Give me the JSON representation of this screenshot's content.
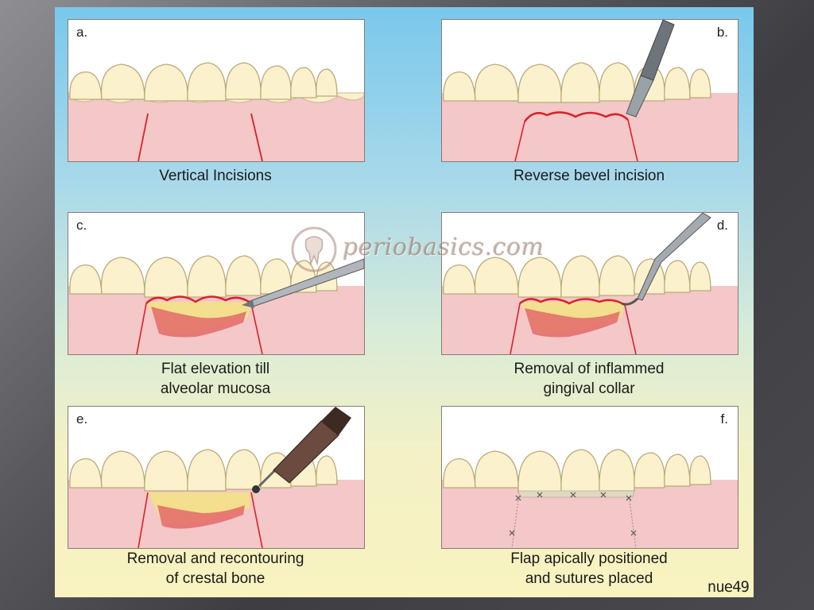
{
  "panels": [
    {
      "letter": "a.",
      "caption_1": "Vertical Incisions",
      "caption_2": ""
    },
    {
      "letter": "b.",
      "caption_1": "Reverse bevel incision",
      "caption_2": ""
    },
    {
      "letter": "c.",
      "caption_1": "Flat elevation till",
      "caption_2": "alveolar mucosa"
    },
    {
      "letter": "d.",
      "caption_1": "Removal of inflammed",
      "caption_2": "gingival collar"
    },
    {
      "letter": "e.",
      "caption_1": "Removal and recontouring",
      "caption_2": "of crestal bone"
    },
    {
      "letter": "f.",
      "caption_1": "Flap  apically positioned",
      "caption_2": "and sutures placed"
    }
  ],
  "watermark": "periobasics.com",
  "signature": "nue49",
  "colors": {
    "gum": "#f2c4c4",
    "tooth": "#fbf1cc",
    "incision": "#d9222a",
    "bone": "#f3df8e",
    "flap_tissue": "#e36a6a"
  }
}
